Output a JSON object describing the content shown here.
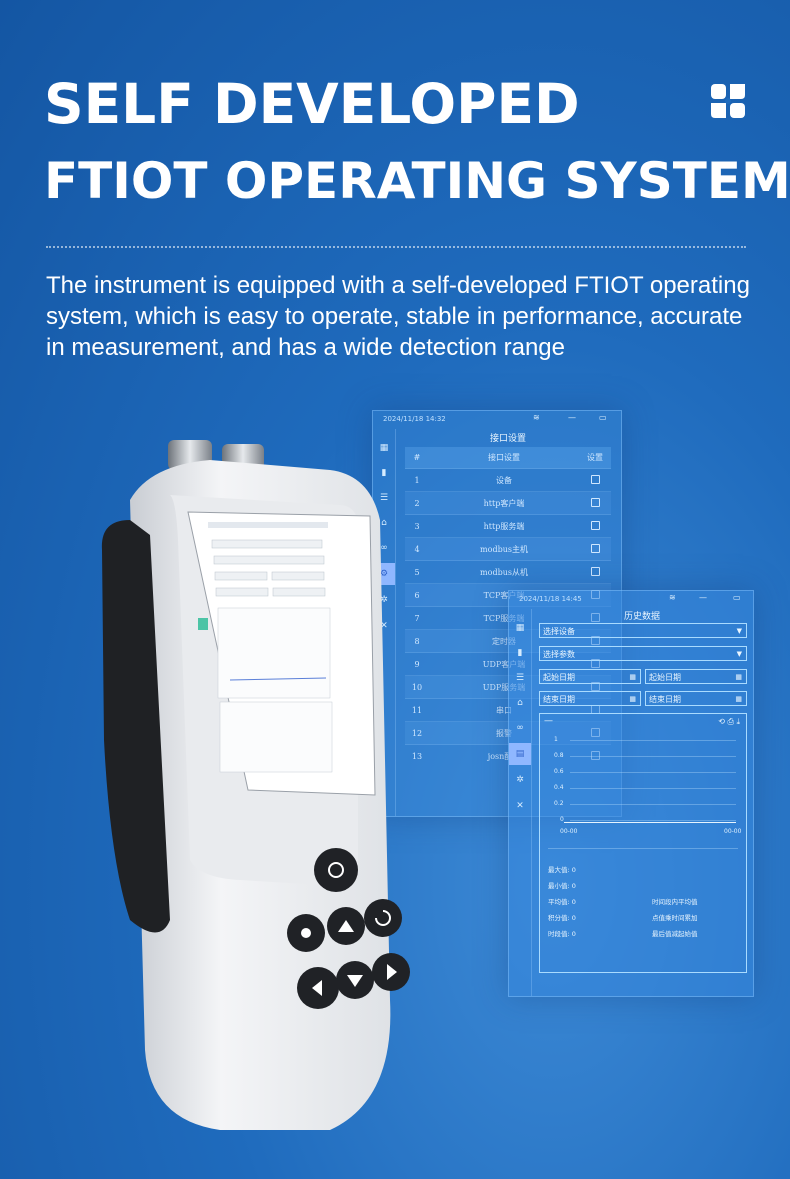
{
  "headline": {
    "line1": "SELF DEVELOPED",
    "line2": "FTIOT OPERATING SYSTEM",
    "description": "The instrument is equipped with a self-developed FTIOT operating system, which is easy to operate, stable in performance, accurate in measurement, and has a wide detection range"
  },
  "colors": {
    "background": "#1f6bbd",
    "panel_border": "#a9dbff",
    "active_tab": "#8fb7ff"
  },
  "interface_panel": {
    "timestamp": "2024/11/18  14:32",
    "title": "接口设置",
    "columns": [
      "#",
      "接口设置",
      "设置"
    ],
    "rows": [
      {
        "no": "1",
        "name": "设备"
      },
      {
        "no": "2",
        "name": "http客户端"
      },
      {
        "no": "3",
        "name": "http服务端"
      },
      {
        "no": "4",
        "name": "modbus主机"
      },
      {
        "no": "5",
        "name": "modbus从机"
      },
      {
        "no": "6",
        "name": "TCP客户端"
      },
      {
        "no": "7",
        "name": "TCP服务端"
      },
      {
        "no": "8",
        "name": "定时器"
      },
      {
        "no": "9",
        "name": "UDP客户端"
      },
      {
        "no": "10",
        "name": "UDP服务端"
      },
      {
        "no": "11",
        "name": "串口"
      },
      {
        "no": "12",
        "name": "报警"
      },
      {
        "no": "13",
        "name": "josn配置"
      }
    ]
  },
  "history_panel": {
    "timestamp": "2024/11/18  14:45",
    "title": "历史数据",
    "select_device": "选择设备",
    "select_param": "选择参数",
    "start_date": "起始日期",
    "end_date": "结束日期",
    "chart_toolbar": "—",
    "y_ticks": [
      "1",
      "0.8",
      "0.6",
      "0.4",
      "0.2",
      "0"
    ],
    "x_ticks": [
      "00-00",
      "00-00"
    ],
    "stats": {
      "max": "最大值: 0",
      "min": "最小值: 0",
      "avg": "平均值: 0",
      "integral": "积分值: 0",
      "time_value": "时段值: 0",
      "note1": "时间段内平均值",
      "note2": "点值乘时间累加",
      "note3": "最后值减起始值"
    }
  },
  "device": {
    "screen_title": "历史数据",
    "buttons": [
      "power-button",
      "settings-button",
      "up-button",
      "refresh-button",
      "left-button",
      "down-button",
      "right-button"
    ]
  }
}
